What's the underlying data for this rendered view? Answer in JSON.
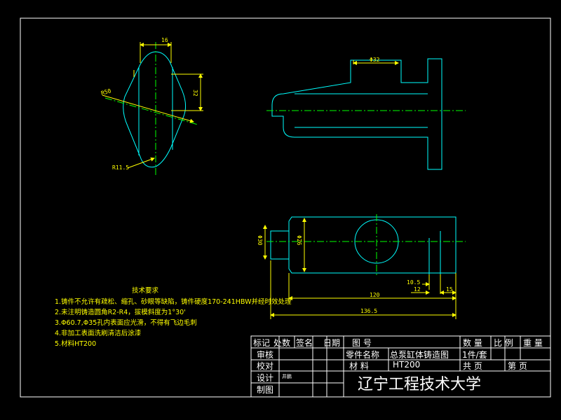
{
  "dimensions": {
    "top_width": "16",
    "radius_large": "R50",
    "height_right": "32",
    "radius_small": "R11.5",
    "flange_dia": "Φ32",
    "front_small_dia": "Φ30",
    "front_large_dia": "Φ26",
    "dim_10_5": "10.5",
    "dim_12": "12",
    "dim_15": "15",
    "dim_120": "120",
    "dim_136_5": "136.5"
  },
  "notes": {
    "title": "技术要求",
    "lines": [
      "1.铸件不允许有疏松、缩孔、砂眼等缺陷，铸件硬度170-241HBW并经时效处理",
      "2.未注明铸造圆角R2-R4，拔模斜度为1°30'",
      "3.Φ60.7,Φ35孔内表面应光滑，不得有飞边毛刺",
      "4.非加工表面洗刷清洁后涂漆",
      "5.材料HT200"
    ]
  },
  "title_block": {
    "h_biaoji": "标记",
    "h_chushu": "处数",
    "h_qianming": "签名",
    "h_riqi": "日期",
    "h_tuhao": "图  号",
    "h_shuliang": "数  量",
    "h_bili": "比  例",
    "h_zhongliang": "重  量",
    "shenhe": "审核",
    "jiaodui": "校对",
    "sheji": "设计",
    "zhitu": "制图",
    "designer": "井鹏",
    "part_name_label": "零件名称",
    "part_name": "总泵缸体铸造图",
    "quantity_value": "1件/套",
    "material_label": "材  料",
    "material": "HT200",
    "total_pages": "共  页",
    "page_no": "第  页",
    "school": "辽宁工程技术大学"
  }
}
